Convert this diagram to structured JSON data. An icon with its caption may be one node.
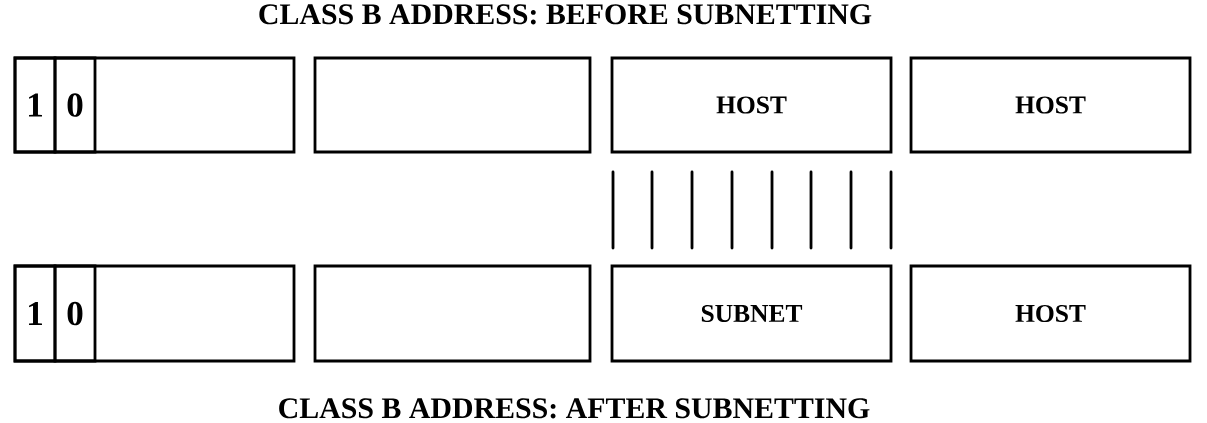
{
  "diagram": {
    "title": "CLASS B ADDRESS: BEFORE SUBNETTING",
    "caption": "CLASS B ADDRESS: AFTER SUBNETTING",
    "nodes": [
      {
        "text": [],
        "shape": "box"
      },
      {
        "text": [
          "1"
        ],
        "in": 0
      },
      {
        "text": [
          "0"
        ],
        "in": 0
      },
      {
        "text": [],
        "shape": "box"
      },
      {
        "text": [
          "HOST"
        ]
      },
      {
        "text": [
          "HOST"
        ]
      },
      {
        "text": [],
        "shape": "box"
      },
      {
        "text": [
          "1"
        ],
        "in": 6
      },
      {
        "text": [
          "0"
        ],
        "in": 6
      },
      {
        "text": [],
        "shape": "box"
      },
      {
        "text": [
          "SUBNET"
        ]
      },
      {
        "text": [
          "HOST"
        ]
      }
    ]
  }
}
